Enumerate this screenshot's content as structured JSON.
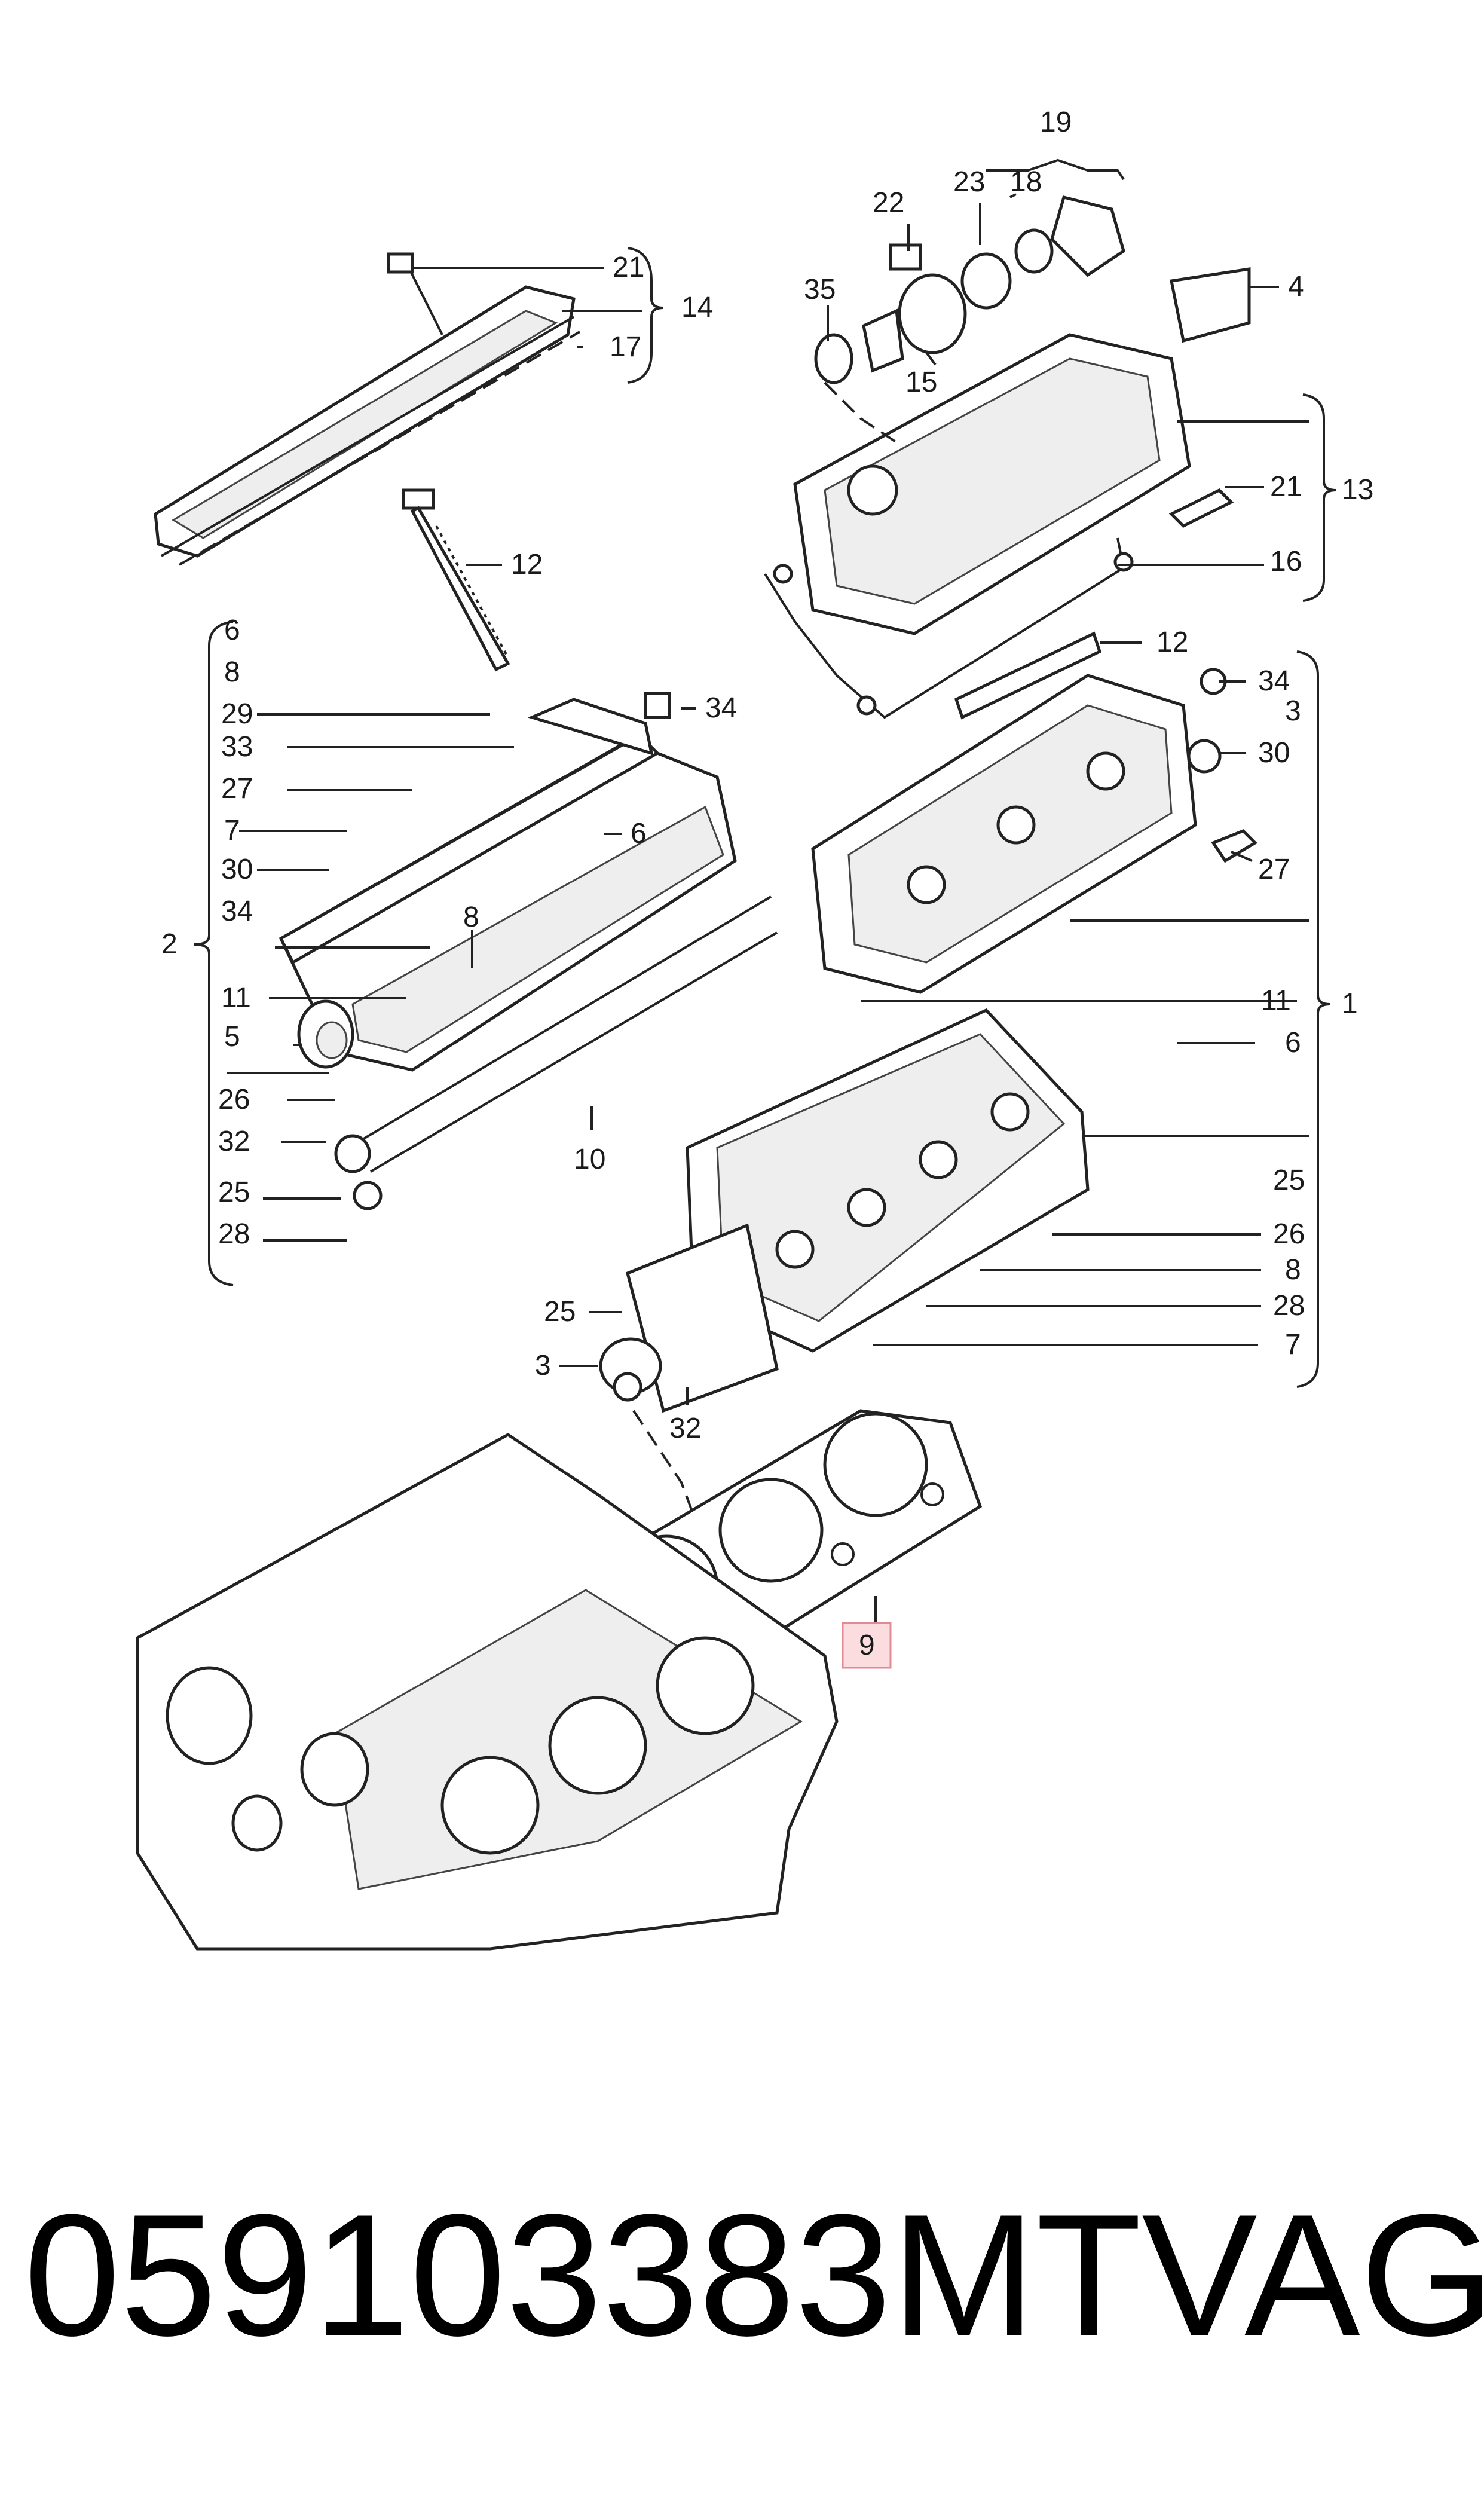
{
  "colors": {
    "ink": "#1a1a1a",
    "highlight_fill": "#fbdde0",
    "highlight_stroke": "#e08a95"
  },
  "callouts": [
    {
      "id": "c21a",
      "text": "21"
    },
    {
      "id": "c14",
      "text": "14"
    },
    {
      "id": "c17",
      "text": "17"
    },
    {
      "id": "c12a",
      "text": "12"
    },
    {
      "id": "c19",
      "text": "19"
    },
    {
      "id": "c23",
      "text": "23"
    },
    {
      "id": "c18",
      "text": "18"
    },
    {
      "id": "c22",
      "text": "22"
    },
    {
      "id": "c35",
      "text": "35"
    },
    {
      "id": "c15",
      "text": "15"
    },
    {
      "id": "c4",
      "text": "4"
    },
    {
      "id": "c21b",
      "text": "21"
    },
    {
      "id": "c13",
      "text": "13"
    },
    {
      "id": "c16",
      "text": "16"
    },
    {
      "id": "cL6",
      "text": "6"
    },
    {
      "id": "cL8",
      "text": "8"
    },
    {
      "id": "cL29",
      "text": "29"
    },
    {
      "id": "cL33",
      "text": "33"
    },
    {
      "id": "cL27",
      "text": "27"
    },
    {
      "id": "cL7",
      "text": "7"
    },
    {
      "id": "cL30",
      "text": "30"
    },
    {
      "id": "cL34",
      "text": "34"
    },
    {
      "id": "c2",
      "text": "2"
    },
    {
      "id": "cL11",
      "text": "11"
    },
    {
      "id": "cL5",
      "text": "5"
    },
    {
      "id": "cL26",
      "text": "26"
    },
    {
      "id": "cL32",
      "text": "32"
    },
    {
      "id": "cL25",
      "text": "25"
    },
    {
      "id": "cL28",
      "text": "28"
    },
    {
      "id": "cM34",
      "text": "34"
    },
    {
      "id": "cM6",
      "text": "6"
    },
    {
      "id": "cM8",
      "text": "8"
    },
    {
      "id": "cM10",
      "text": "10"
    },
    {
      "id": "cR12",
      "text": "12"
    },
    {
      "id": "cR34",
      "text": "34"
    },
    {
      "id": "cR3",
      "text": "3"
    },
    {
      "id": "cR30",
      "text": "30"
    },
    {
      "id": "cR27",
      "text": "27"
    },
    {
      "id": "cR11",
      "text": "11"
    },
    {
      "id": "c1",
      "text": "1"
    },
    {
      "id": "cR6",
      "text": "6"
    },
    {
      "id": "cR25",
      "text": "25"
    },
    {
      "id": "cR26",
      "text": "26"
    },
    {
      "id": "cR8",
      "text": "8"
    },
    {
      "id": "cR28",
      "text": "28"
    },
    {
      "id": "cR7",
      "text": "7"
    },
    {
      "id": "cB25",
      "text": "25"
    },
    {
      "id": "cB3",
      "text": "3"
    },
    {
      "id": "cB32",
      "text": "32"
    },
    {
      "id": "c9",
      "text": "9"
    }
  ],
  "caption": {
    "part_number": "059103383MT",
    "brand": "VAG"
  }
}
